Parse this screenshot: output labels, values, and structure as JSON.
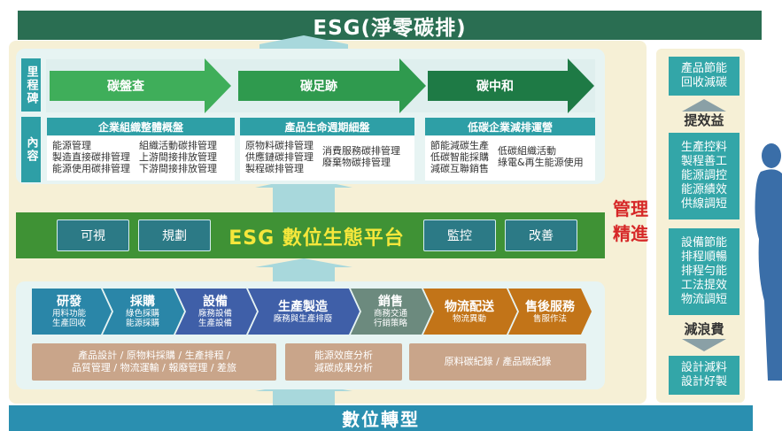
{
  "banner_title": "ESG(淨零碳排)",
  "bottom_title": "數位轉型",
  "milestone": {
    "label": "里程碑",
    "arrows": [
      "碳盤查",
      "碳足跡",
      "碳中和"
    ]
  },
  "content": {
    "label": "內容",
    "sections": [
      {
        "title": "企業組織整體概盤",
        "col1": [
          "能源管理",
          "製造直接碳排管理",
          "能源使用碳排管理"
        ],
        "col2": [
          "組織活動碳排管理",
          "上游間接排放管理",
          "下游間接排放管理"
        ]
      },
      {
        "title": "產品生命週期細盤",
        "col1": [
          "原物料碳排管理",
          "供應鏈碳排管理",
          "製程碳排管理"
        ],
        "col2": [
          "消費服務碳排管理",
          "廢棄物碳排管理"
        ]
      },
      {
        "title": "低碳企業減排運營",
        "col1": [
          "節能減碳生產",
          "低碳智能採購",
          "減碳互聯銷售"
        ],
        "col2": [
          "低碳組織活動",
          "綠電&再生能源使用"
        ]
      }
    ]
  },
  "platform": {
    "title": "ESG 數位生態平台",
    "buttons": [
      "可視",
      "規劃",
      "監控",
      "改善"
    ]
  },
  "value_chain": [
    {
      "title": "研發",
      "sub": [
        "用料功能",
        "生產回收"
      ],
      "color": "#2a86a8"
    },
    {
      "title": "採購",
      "sub": [
        "綠色採購",
        "能源採購"
      ],
      "color": "#2a86a8"
    },
    {
      "title": "設備",
      "sub": [
        "廠務設備",
        "生產設備"
      ],
      "color": "#3f5fa8"
    },
    {
      "title": "生產製造",
      "sub": [
        "廠務與生產排廢"
      ],
      "color": "#3f5fa8"
    },
    {
      "title": "銷售",
      "sub": [
        "商務交通",
        "行銷策略"
      ],
      "color": "#6c8a7e"
    },
    {
      "title": "物流配送",
      "sub": [
        "物流異動"
      ],
      "color": "#c27418"
    },
    {
      "title": "售後服務",
      "sub": [
        "售服作法"
      ],
      "color": "#c27418"
    }
  ],
  "tan_boxes": [
    [
      "產品設計 / 原物料採購 / 生產排程 /",
      "品質管理 / 物流運輸 / 報廢管理 / 差旅"
    ],
    [
      "能源效度分析",
      "減碳成果分析"
    ],
    [
      "原料碳紀錄 / 產品碳紀錄"
    ]
  ],
  "management": [
    "管理",
    "精進"
  ],
  "right_panel": {
    "box1": [
      "產品節能",
      "回收減碳"
    ],
    "label_benefit": "提效益",
    "box2": [
      "生產控料",
      "製程善工",
      "能源調控",
      "能源績效",
      "供線調短"
    ],
    "box3": [
      "設備節能",
      "排程順暢",
      "排程勻能",
      "工法提效",
      "物流調短"
    ],
    "label_waste": "減浪費",
    "box4": [
      "設計減料",
      "設計好製"
    ]
  },
  "colors": {
    "banner": "#2a6e52",
    "arrow_light": "#3fae5a",
    "arrow_mid": "#2f9a4e",
    "arrow_dark": "#1e7a45",
    "teal_head": "#2e9fa6",
    "platform": "#3f9235",
    "platform_text": "#f5e73b",
    "management": "#d62828",
    "bottom": "#2a8fb0"
  }
}
